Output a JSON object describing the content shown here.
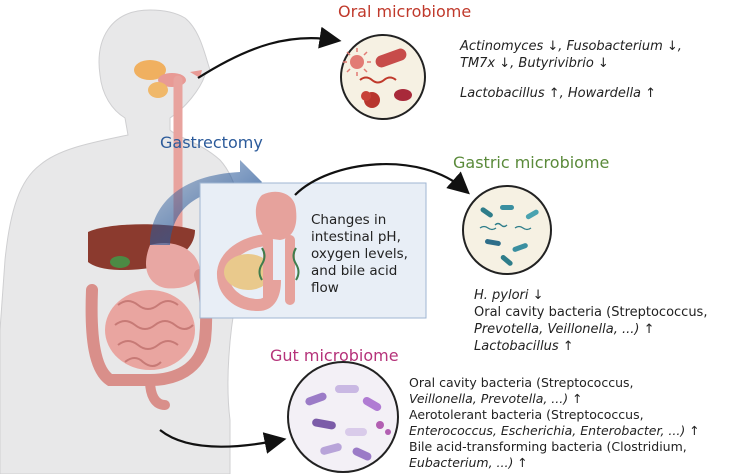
{
  "colors": {
    "oral_title": "#c0392b",
    "gastric_title": "#5a8a3a",
    "gut_title": "#b5337a",
    "gastrectomy": "#2b5a9a",
    "skin": "#e9e9ea",
    "organ_pink": "#e5a3a0",
    "liver": "#8b3a2e",
    "arrow": "#111111"
  },
  "oral": {
    "title": "Oral microbiome",
    "line1": "Actinomyces ↓, Fusobacterium ↓,",
    "line2": "TM7x ↓, Butyrivibrio ↓",
    "line3": "Lactobacillus ↑, Howardella ↑"
  },
  "gastrectomy_label": "Gastrectomy",
  "changes": {
    "l1": "Changes in",
    "l2": "intestinal pH,",
    "l3": "oxygen levels,",
    "l4": "and bile acid",
    "l5": "flow"
  },
  "gastric": {
    "title": "Gastric microbiome",
    "l1": "H. pylori ↓",
    "l2": "Oral cavity bacteria (Streptococcus,",
    "l3": "Prevotella, Veillonella, ...) ↑",
    "l4": "Lactobacillus ↑"
  },
  "gut": {
    "title": "Gut microbiome",
    "l1": "Oral cavity bacteria (Streptococcus,",
    "l2": "Veillonella, Prevotella, ...) ↑",
    "l3": "Aerotolerant bacteria (Streptococcus,",
    "l4": "Enterococcus, Escherichia, Enterobacter, ...) ↑",
    "l5": "Bile acid-transforming bacteria (Clostridium,",
    "l6": "Eubacterium, ...) ↑"
  }
}
